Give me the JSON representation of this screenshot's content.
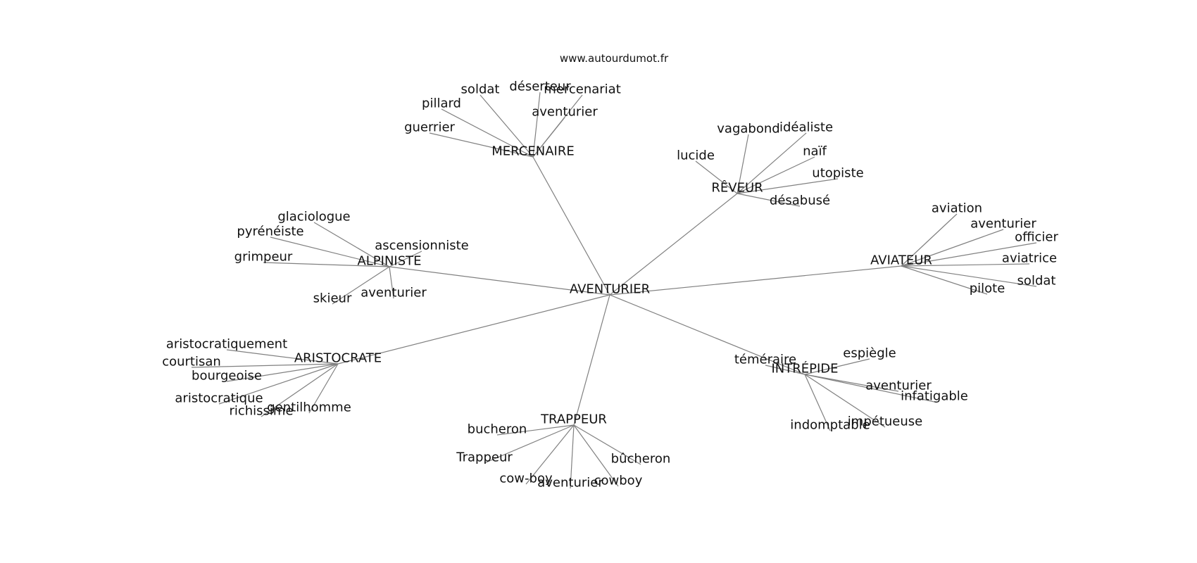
{
  "source_url": "www.autourdumot.fr",
  "center": "AVENTURIER",
  "clusters": [
    {
      "id": "mercenaire",
      "label": "MERCENAIRE",
      "leaves": [
        {
          "id": "mercenaire-guerrier",
          "label": "guerrier"
        },
        {
          "id": "mercenaire-pillard",
          "label": "pillard"
        },
        {
          "id": "mercenaire-soldat",
          "label": "soldat"
        },
        {
          "id": "mercenaire-deserteur",
          "label": "déserteur"
        },
        {
          "id": "mercenaire-mercenariat",
          "label": "mercenariat"
        },
        {
          "id": "mercenaire-aventurier",
          "label": "aventurier"
        }
      ]
    },
    {
      "id": "reveur",
      "label": "RÊVEUR",
      "leaves": [
        {
          "id": "reveur-lucide",
          "label": "lucide"
        },
        {
          "id": "reveur-vagabond",
          "label": "vagabond"
        },
        {
          "id": "reveur-idealiste",
          "label": "idéaliste"
        },
        {
          "id": "reveur-naif",
          "label": "naïf"
        },
        {
          "id": "reveur-utopiste",
          "label": "utopiste"
        },
        {
          "id": "reveur-desabuse",
          "label": "désabusé"
        }
      ]
    },
    {
      "id": "alpiniste",
      "label": "ALPINISTE",
      "leaves": [
        {
          "id": "alpiniste-glaciologue",
          "label": "glaciologue"
        },
        {
          "id": "alpiniste-pyreneiste",
          "label": "pyrénéiste"
        },
        {
          "id": "alpiniste-grimpeur",
          "label": "grimpeur"
        },
        {
          "id": "alpiniste-ascensionniste",
          "label": "ascensionniste"
        },
        {
          "id": "alpiniste-skieur",
          "label": "skieur"
        },
        {
          "id": "alpiniste-aventurier",
          "label": "aventurier"
        }
      ]
    },
    {
      "id": "aviateur",
      "label": "AVIATEUR",
      "leaves": [
        {
          "id": "aviateur-aviation",
          "label": "aviation"
        },
        {
          "id": "aviateur-aventurier",
          "label": "aventurier"
        },
        {
          "id": "aviateur-officier",
          "label": "officier"
        },
        {
          "id": "aviateur-aviatrice",
          "label": "aviatrice"
        },
        {
          "id": "aviateur-soldat",
          "label": "soldat"
        },
        {
          "id": "aviateur-pilote",
          "label": "pilote"
        }
      ]
    },
    {
      "id": "aristocrate",
      "label": "ARISTOCRATE",
      "leaves": [
        {
          "id": "aristocrate-aristocratiquement",
          "label": "aristocratiquement"
        },
        {
          "id": "aristocrate-courtisan",
          "label": "courtisan"
        },
        {
          "id": "aristocrate-bourgeoise",
          "label": "bourgeoise"
        },
        {
          "id": "aristocrate-aristocratique",
          "label": "aristocratique"
        },
        {
          "id": "aristocrate-richissime",
          "label": "richissime"
        },
        {
          "id": "aristocrate-gentilhomme",
          "label": "gentilhomme"
        }
      ]
    },
    {
      "id": "intrepide",
      "label": "INTRÉPIDE",
      "leaves": [
        {
          "id": "intrepide-temeraire",
          "label": "téméraire"
        },
        {
          "id": "intrepide-espiegle",
          "label": "espiègle"
        },
        {
          "id": "intrepide-aventurier",
          "label": "aventurier"
        },
        {
          "id": "intrepide-infatigable",
          "label": "infatigable"
        },
        {
          "id": "intrepide-impetueuse",
          "label": "impétueuse"
        },
        {
          "id": "intrepide-indomptable",
          "label": "indomptable"
        }
      ]
    },
    {
      "id": "trappeur",
      "label": "TRAPPEUR",
      "leaves": [
        {
          "id": "trappeur-bucheron",
          "label": "bucheron"
        },
        {
          "id": "trappeur-trappeur",
          "label": "Trappeur"
        },
        {
          "id": "trappeur-cowboy-hyphen",
          "label": "cow-boy"
        },
        {
          "id": "trappeur-aventurier",
          "label": "aventurier"
        },
        {
          "id": "trappeur-cowboy",
          "label": "cowboy"
        },
        {
          "id": "trappeur-bucheron-accent",
          "label": "bûcheron"
        }
      ]
    }
  ]
}
